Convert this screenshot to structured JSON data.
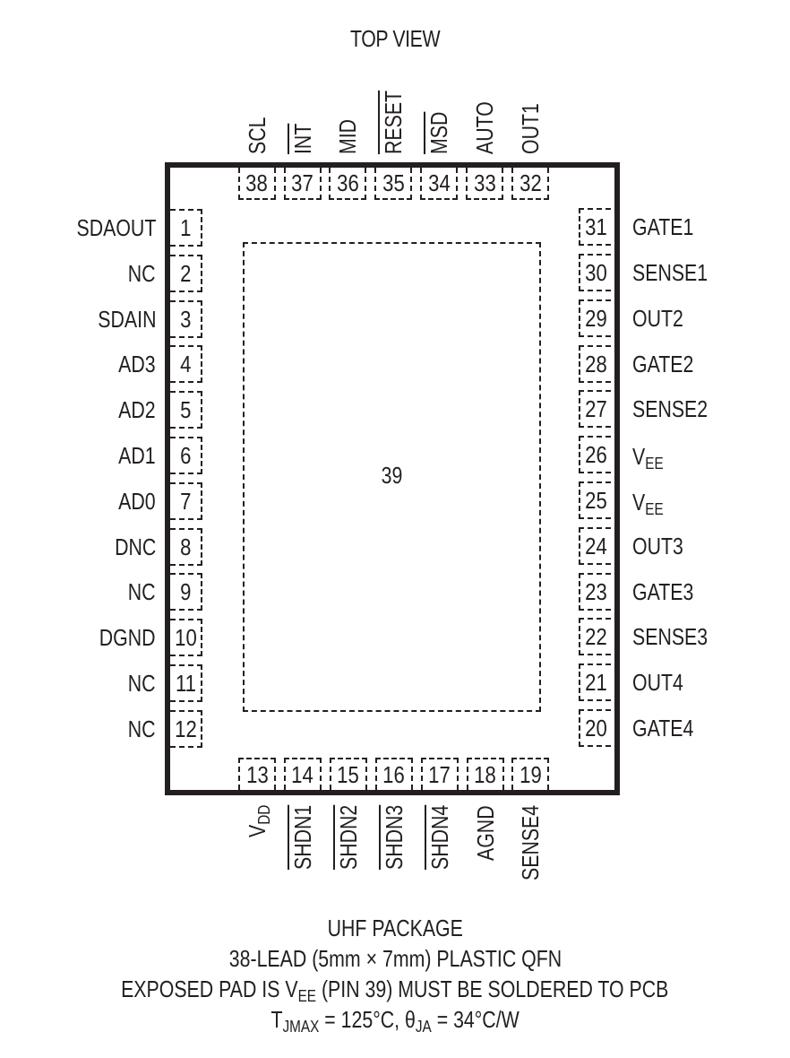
{
  "title": "TOP VIEW",
  "exposed_pad": {
    "pin": "39"
  },
  "pins": {
    "left": [
      {
        "num": "1",
        "name": "SDAOUT"
      },
      {
        "num": "2",
        "name": "NC"
      },
      {
        "num": "3",
        "name": "SDAIN"
      },
      {
        "num": "4",
        "name": "AD3"
      },
      {
        "num": "5",
        "name": "AD2"
      },
      {
        "num": "6",
        "name": "AD1"
      },
      {
        "num": "7",
        "name": "AD0"
      },
      {
        "num": "8",
        "name": "DNC"
      },
      {
        "num": "9",
        "name": "NC"
      },
      {
        "num": "10",
        "name": "DGND"
      },
      {
        "num": "11",
        "name": "NC"
      },
      {
        "num": "12",
        "name": "NC"
      }
    ],
    "bottom": [
      {
        "num": "13",
        "name": "V",
        "sub": "DD",
        "overline": false
      },
      {
        "num": "14",
        "name": "SHDN1",
        "overline": true
      },
      {
        "num": "15",
        "name": "SHDN2",
        "overline": true
      },
      {
        "num": "16",
        "name": "SHDN3",
        "overline": true
      },
      {
        "num": "17",
        "name": "SHDN4",
        "overline": true
      },
      {
        "num": "18",
        "name": "AGND",
        "overline": false
      },
      {
        "num": "19",
        "name": "SENSE4",
        "overline": false
      }
    ],
    "right": [
      {
        "num": "20",
        "name": "GATE4"
      },
      {
        "num": "21",
        "name": "OUT4"
      },
      {
        "num": "22",
        "name": "SENSE3"
      },
      {
        "num": "23",
        "name": "GATE3"
      },
      {
        "num": "24",
        "name": "OUT3"
      },
      {
        "num": "25",
        "name": "V",
        "sub": "EE"
      },
      {
        "num": "26",
        "name": "V",
        "sub": "EE"
      },
      {
        "num": "27",
        "name": "SENSE2"
      },
      {
        "num": "28",
        "name": "GATE2"
      },
      {
        "num": "29",
        "name": "OUT2"
      },
      {
        "num": "30",
        "name": "SENSE1"
      },
      {
        "num": "31",
        "name": "GATE1"
      }
    ],
    "top": [
      {
        "num": "32",
        "name": "OUT1",
        "overline": false
      },
      {
        "num": "33",
        "name": "AUTO",
        "overline": false
      },
      {
        "num": "34",
        "name": "MSD",
        "overline": true
      },
      {
        "num": "35",
        "name": "RESET",
        "overline": true
      },
      {
        "num": "36",
        "name": "MID",
        "overline": false
      },
      {
        "num": "37",
        "name": "INT",
        "overline": true
      },
      {
        "num": "38",
        "name": "SCL",
        "overline": false
      }
    ]
  },
  "footer": {
    "line1": "UHF PACKAGE",
    "line2": "38-LEAD (5mm × 7mm) PLASTIC QFN",
    "line3_pre": "EXPOSED PAD IS V",
    "line3_sub": "EE",
    "line3_post": " (PIN 39) MUST BE SOLDERED TO PCB",
    "line4_t": "T",
    "line4_tsub": "JMAX",
    "line4_mid": " = 125°C, θ",
    "line4_thsub": "JA",
    "line4_post": " = 34°C/W"
  }
}
